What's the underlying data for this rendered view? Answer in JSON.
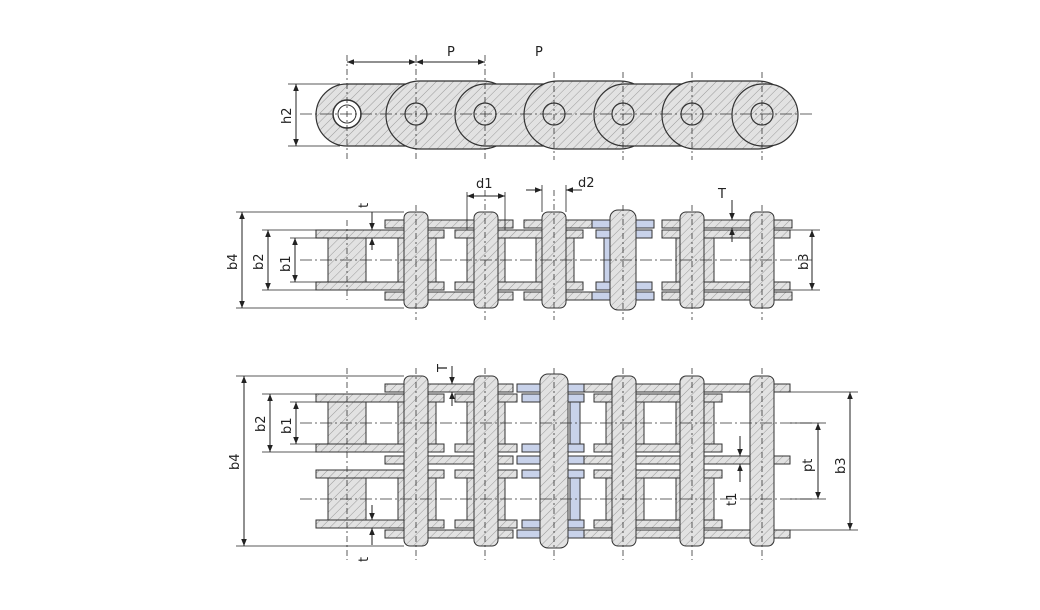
{
  "colors": {
    "steel_hatch": "#9a9a9a",
    "steel_fill": "#d9d9d9",
    "connecting_link": "#c8d2ea",
    "outline": "#333333",
    "dim_line": "#222222"
  },
  "top_view": {
    "labels": {
      "pitch_a": "P",
      "pitch_b": "P",
      "h2": "h2"
    }
  },
  "simplex": {
    "labels": {
      "d1": "d1",
      "d2": "d2",
      "T": "T",
      "t": "t",
      "b1": "b1",
      "b2": "b2",
      "b3": "b3",
      "b4": "b4"
    }
  },
  "duplex": {
    "labels": {
      "T": "T",
      "t": "t",
      "b1": "b1",
      "b2": "b2",
      "b3": "b3",
      "b4": "b4",
      "pt": "pt",
      "t1": "t1"
    }
  }
}
